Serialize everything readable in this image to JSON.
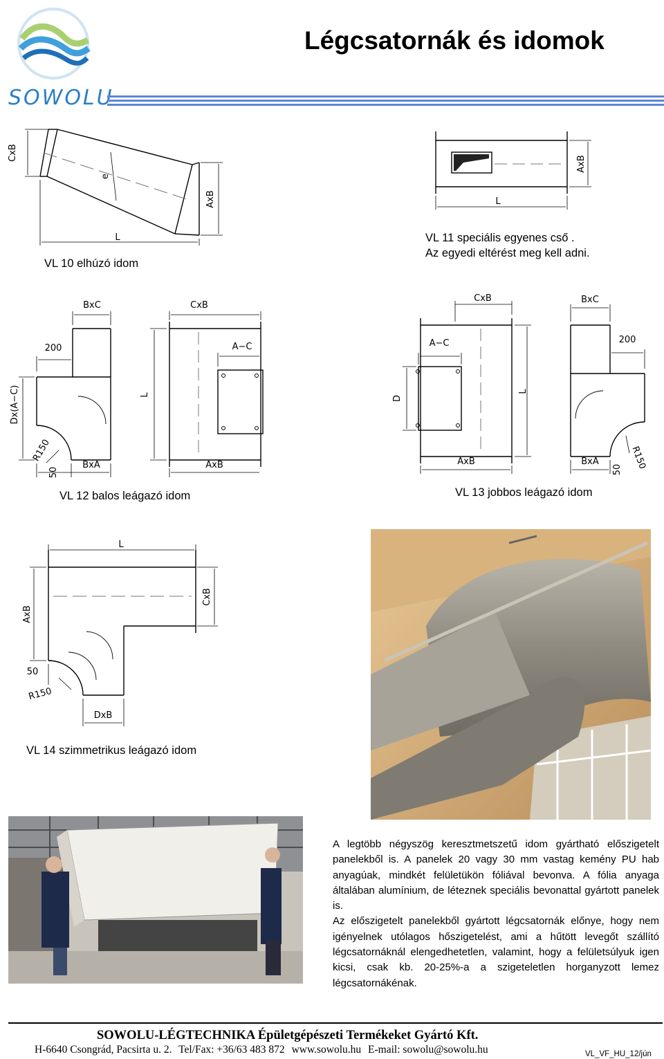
{
  "header": {
    "title": "Légcsatornák és idomok",
    "brand": "SOWOLU"
  },
  "figures": {
    "vl10": {
      "caption": "VL 10 elhúzó idom",
      "labels": {
        "cxb": "CxB",
        "e": "e",
        "axb": "AxB",
        "l": "L"
      }
    },
    "vl11": {
      "caption_line1": "VL 11 speciális egyenes cső .",
      "caption_line2": "Az egyedi eltérést meg kell adni.",
      "labels": {
        "axb": "AxB",
        "l": "L"
      }
    },
    "vl12": {
      "caption": "VL 12 balos leágazó idom",
      "labels": {
        "bxc": "BxC",
        "cxb": "CxB",
        "dim200": "200",
        "a_c": "A−C",
        "dx_ac": "Dx(A−C)",
        "l": "L",
        "r150": "R150",
        "dim50": "50",
        "bxa": "BxA",
        "axb": "AxB"
      }
    },
    "vl13": {
      "caption": "VL 13 jobbos leágazó idom",
      "labels": {
        "cxb": "CxB",
        "bxc": "BxC",
        "a_c": "A−C",
        "dim200": "200",
        "d": "D",
        "l": "L",
        "axb": "AxB",
        "bxa": "BxA",
        "dim50": "50",
        "r150": "R150"
      }
    },
    "vl14": {
      "caption": "VL 14 szimmetrikus leágazó idom",
      "labels": {
        "l": "L",
        "axb": "AxB",
        "cxb": "CxB",
        "dim50": "50",
        "r150": "R150",
        "dxb": "DxB"
      }
    }
  },
  "description": {
    "paragraph1": "A legtöbb négyszög keresztmetszetű idom gyártható előszigetelt panelekből is. A panelek 20 vagy 30 mm vastag kemény PU hab anyagúak, mindkét felületükön fóliával bevonva. A fólia anyaga általában alumínium, de léteznek speciális bevonattal gyártott panelek is.",
    "paragraph2": "Az előszigetelt panelekből gyártott légcsatornák előnye, hogy nem igényelnek utólagos hőszigetelést, ami a hűtött levegőt szállító légcsatornáknál elengedhetetlen, valamint, hogy a felületsúlyuk igen kicsi, csak kb. 20-25%-a a szigeteletlen horganyzott lemez légcsatornákénak."
  },
  "footer": {
    "company": "SOWOLU-LÉGTECHNIKA Épületgépészeti Termékeket Gyártó Kft.",
    "address": "H-6640 Csongrád, Pacsirta u. 2.",
    "phone": "Tel/Fax: +36/63 483 872",
    "web": "www.sowolu.hu",
    "email": "E-mail: sowolu@sowolu.hu",
    "code": "VL_VF_HU_12/jún"
  },
  "colors": {
    "brand": "#2a7fc6",
    "rule": "#5b86d6"
  }
}
